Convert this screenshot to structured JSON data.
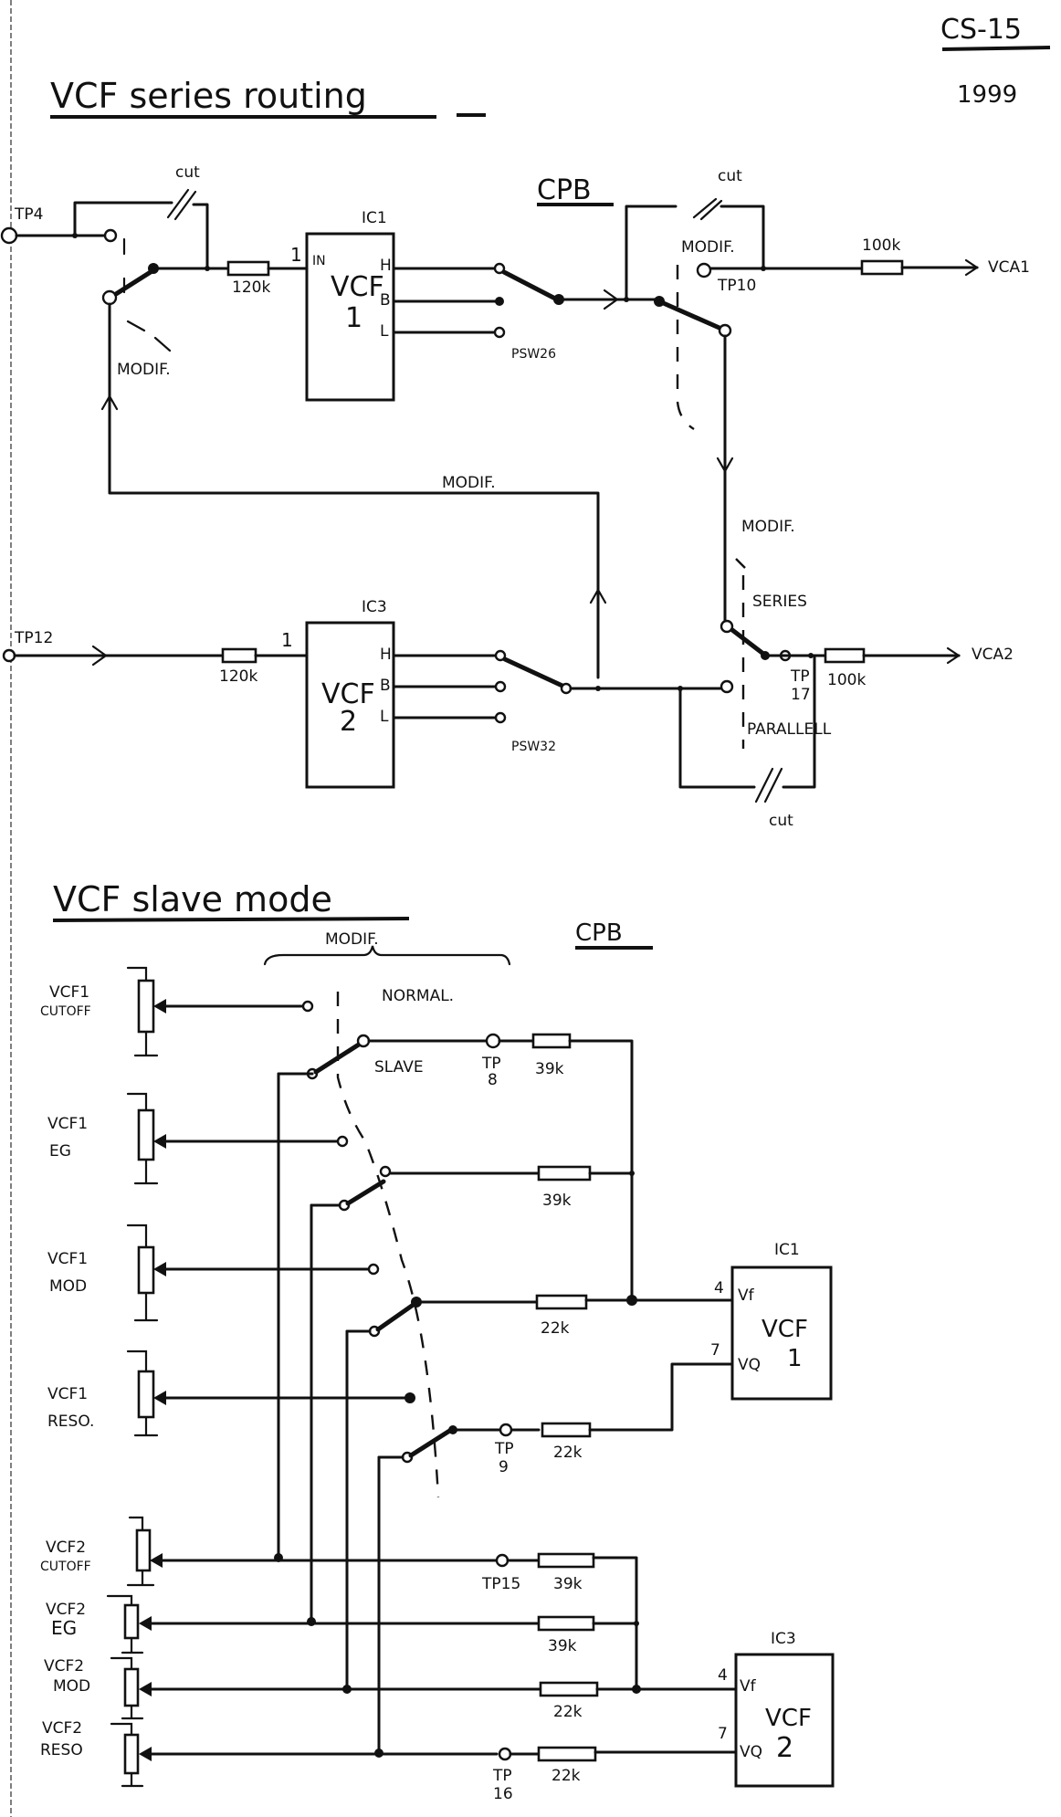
{
  "page": {
    "id_label": "CS-15",
    "year": "1999"
  },
  "series_routing": {
    "title": "VCF series routing",
    "board": "CPB",
    "inputs": {
      "tp4": "TP4",
      "tp12": "TP12"
    },
    "cut_labels": [
      "cut",
      "cut",
      "cut"
    ],
    "modif_labels": [
      "MODIF.",
      "MODIF.",
      "MODIF.",
      "MODIF."
    ],
    "resistors": {
      "r_in1": "120k",
      "r_in2": "120k",
      "r_out1": "100k",
      "r_out2": "100k"
    },
    "ic1": {
      "ref": "IC1",
      "name": "VCF",
      "num": "1",
      "pin_in_num": "1",
      "pin_in": "IN",
      "pins": [
        "H",
        "B",
        "L"
      ]
    },
    "ic3": {
      "ref": "IC3",
      "name": "VCF",
      "num": "2",
      "pin_in_num": "1",
      "pins": [
        "H",
        "B",
        "L"
      ]
    },
    "switches": {
      "psw1": "PSW26",
      "psw2": "PSW32"
    },
    "testpoints": {
      "tp10": "TP10",
      "tp17_a": "TP",
      "tp17_b": "17"
    },
    "modes": {
      "series": "SERIES",
      "parallel": "PARALLELL"
    },
    "outputs": {
      "vca1": "VCA1",
      "vca2": "VCA2"
    }
  },
  "slave_mode": {
    "title": "VCF slave mode",
    "board": "CPB",
    "modif_label": "MODIF.",
    "normal_label": "NORMAL.",
    "slave_label": "SLAVE",
    "pots_vcf1": [
      {
        "line1": "VCF1",
        "line2": "CUTOFF"
      },
      {
        "line1": "VCF1",
        "line2": "EG"
      },
      {
        "line1": "VCF1",
        "line2": "MOD"
      },
      {
        "line1": "VCF1",
        "line2": "RESO."
      }
    ],
    "pots_vcf2": [
      {
        "line1": "VCF2",
        "line2": "CUTOFF"
      },
      {
        "line1": "VCF2",
        "line2": "EG"
      },
      {
        "line1": "VCF2",
        "line2": "MOD"
      },
      {
        "line1": "VCF2",
        "line2": "RESO"
      }
    ],
    "testpoints": {
      "tp8_a": "TP",
      "tp8_b": "8",
      "tp9_a": "TP",
      "tp9_b": "9",
      "tp15": "TP15",
      "tp16_a": "TP",
      "tp16_b": "16"
    },
    "resistors_vcf1": [
      "39k",
      "39k",
      "22k",
      "22k"
    ],
    "resistors_vcf2": [
      "39k",
      "39k",
      "22k",
      "22k"
    ],
    "ic1": {
      "ref": "IC1",
      "name": "VCF",
      "num": "1",
      "pin_f_num": "4",
      "pin_f": "Vf",
      "pin_q_num": "7",
      "pin_q": "VQ"
    },
    "ic3": {
      "ref": "IC3",
      "name": "VCF",
      "num": "2",
      "pin_f_num": "4",
      "pin_f": "Vf",
      "pin_q_num": "7",
      "pin_q": "VQ"
    }
  }
}
